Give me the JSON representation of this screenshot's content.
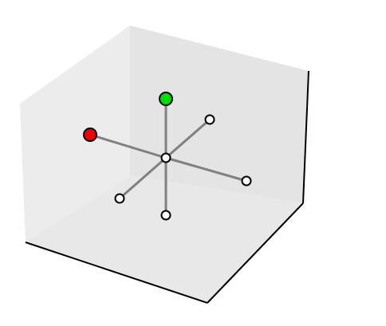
{
  "scene": {
    "panel_colors": {
      "left_wall": "#ececec",
      "back_wall": "#e4e4e4",
      "floor": "#e8e8e8",
      "edge": "#000000"
    },
    "connector_color": "#808080",
    "nodes": [
      {
        "id": "center",
        "fill": "#ffffff"
      },
      {
        "id": "top",
        "fill": "#00dd00"
      },
      {
        "id": "left-upper",
        "fill": "#ee0000"
      },
      {
        "id": "back-right",
        "fill": "#ffffff"
      },
      {
        "id": "right",
        "fill": "#ffffff"
      },
      {
        "id": "lower-left",
        "fill": "#ffffff"
      },
      {
        "id": "bottom",
        "fill": "#ffffff"
      }
    ]
  }
}
